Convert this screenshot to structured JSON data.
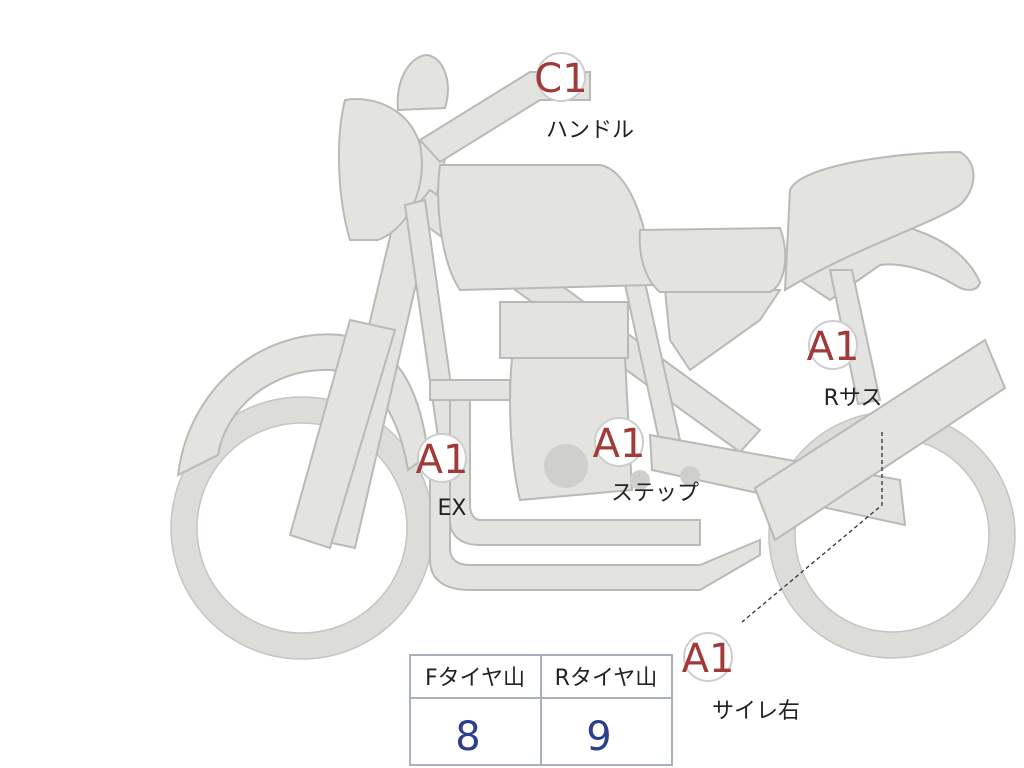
{
  "markers": {
    "handle": {
      "code": "C1",
      "label": "ハンドル"
    },
    "ex": {
      "code": "A1",
      "label": "EX"
    },
    "step": {
      "code": "A1",
      "label": "ステップ"
    },
    "rsus": {
      "code": "A1",
      "label": "Rサス"
    },
    "muffler_right": {
      "code": "A1",
      "label": "サイレ右"
    }
  },
  "tire_table": {
    "front_header": "Fタイヤ山",
    "rear_header": "Rタイヤ山",
    "front_value": "8",
    "rear_value": "9"
  },
  "colors": {
    "part_fill": "#e3e3e0",
    "part_stroke": "#b9b9b6",
    "marker_text": "#a33a3a",
    "table_value": "#2b3f8f",
    "table_border": "#a9b1bd"
  }
}
